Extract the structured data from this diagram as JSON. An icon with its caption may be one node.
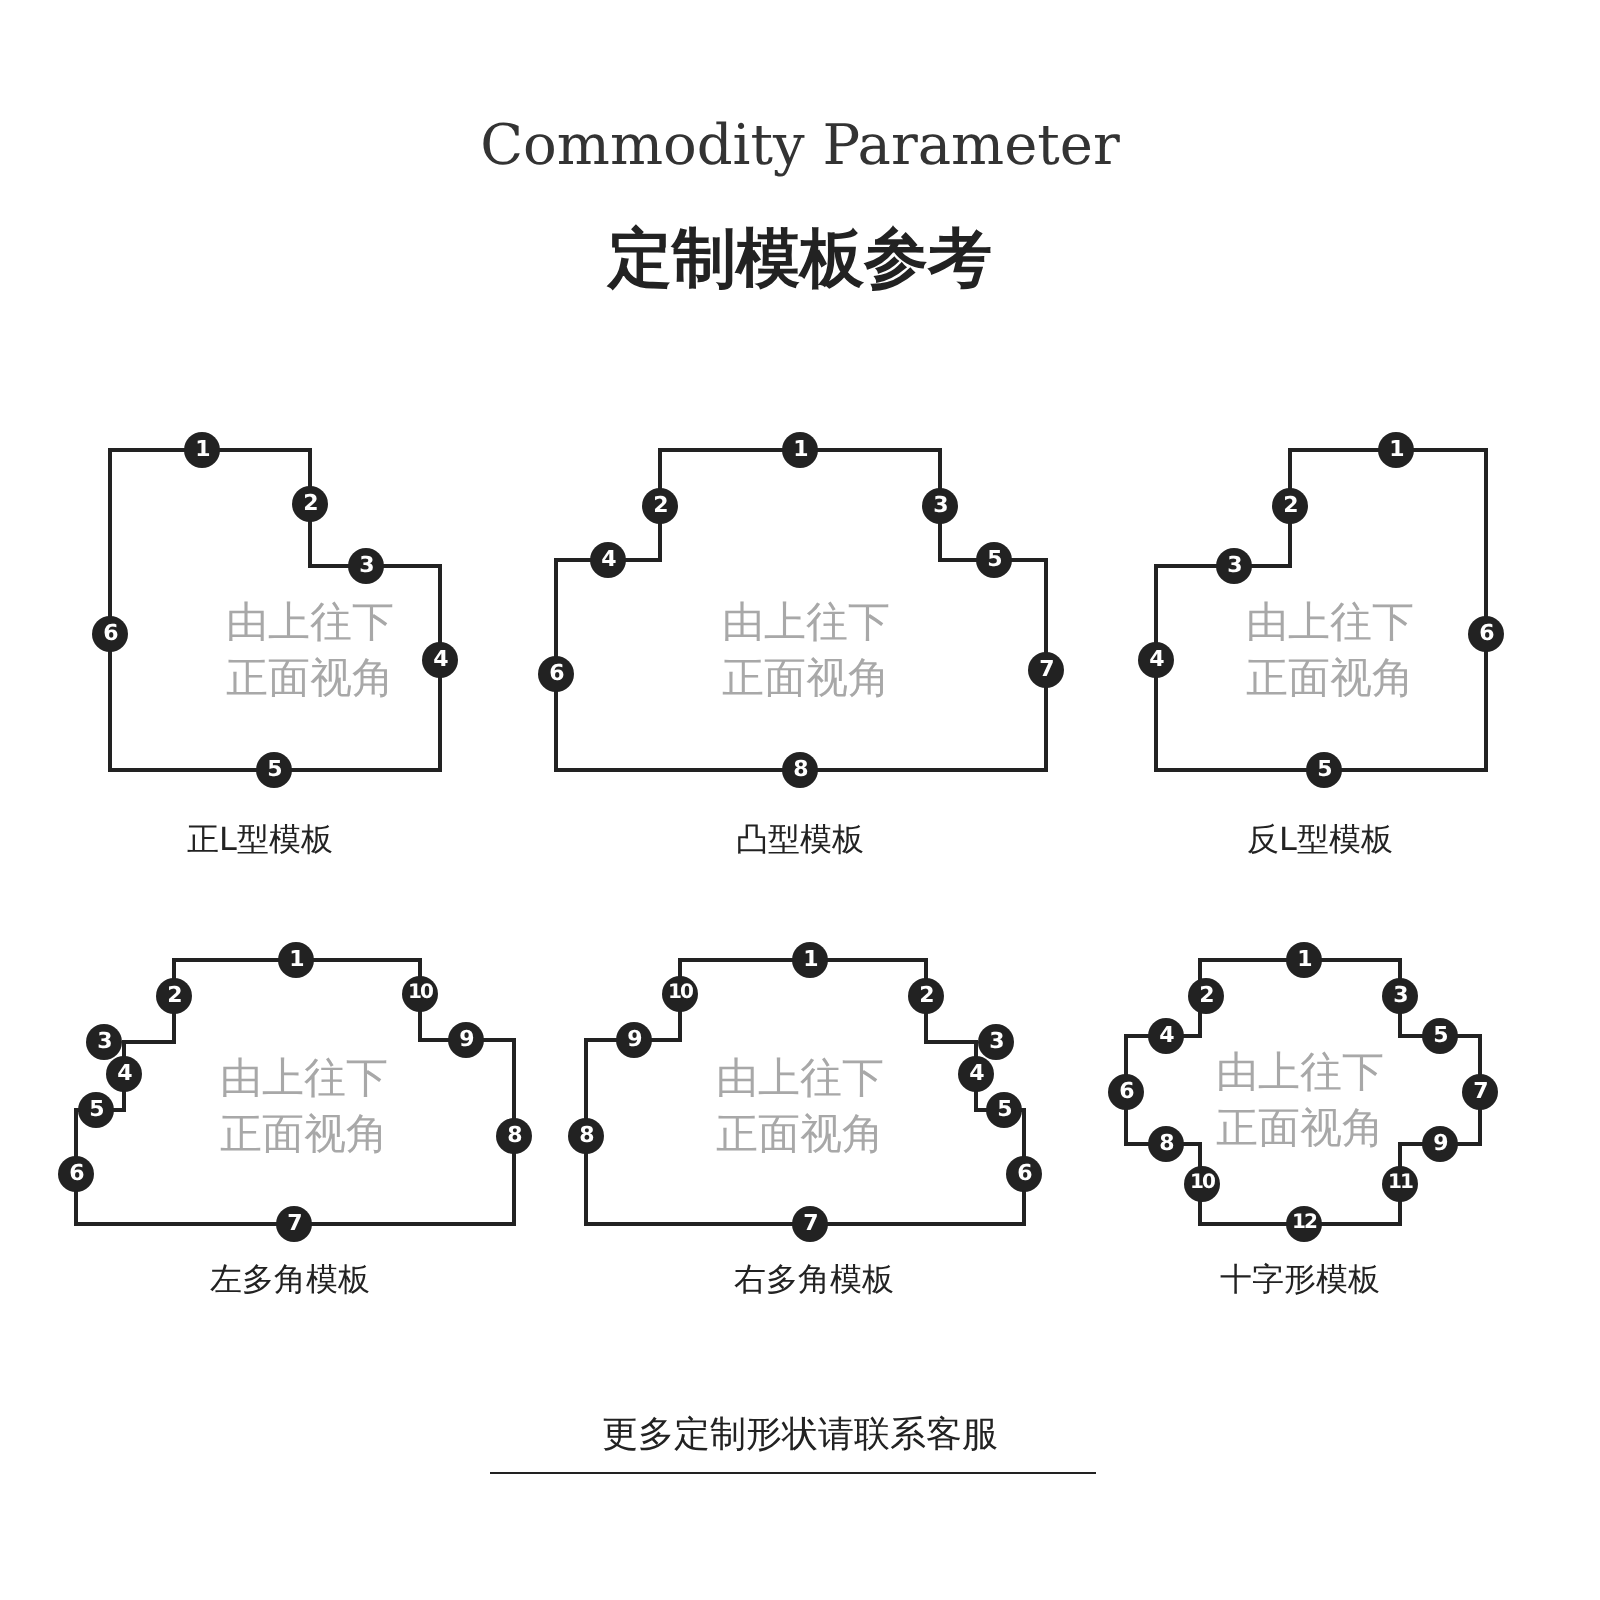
{
  "diagram": {
    "title": "Commodity Parameter",
    "caption": "更多定制形状请联系客服",
    "nodes": [
      {
        "text": [
          "由上往下正面视角"
        ],
        "beside": [
          "正L型模板"
        ]
      },
      {
        "text": [
          "由上往下正面视角"
        ],
        "beside": [
          "凸型模板"
        ]
      },
      {
        "text": [
          "由上往下正面视角"
        ],
        "beside": [
          "反L型模板"
        ]
      },
      {
        "text": [
          "由上往下正面视角"
        ],
        "beside": [
          "左多角模板"
        ]
      },
      {
        "text": [
          "由上往下正面视角"
        ],
        "beside": [
          "右多角模板"
        ]
      },
      {
        "text": [
          "由上往下正面视角"
        ],
        "beside": [
          "十字形模板"
        ]
      }
    ],
    "labels": [
      "定制模板参考",
      "1",
      "2",
      "3",
      "4",
      "5",
      "6",
      "1",
      "2",
      "3",
      "4",
      "5",
      "6",
      "7",
      "8",
      "1",
      "2",
      "3",
      "4",
      "5",
      "6",
      "1",
      "2",
      "3",
      "4",
      "5",
      "6",
      "7",
      "8",
      "9",
      "10",
      "1",
      "2",
      "3",
      "4",
      "5",
      "6",
      "7",
      "8",
      "9",
      "10",
      "1",
      "2",
      "3",
      "4",
      "5",
      "6",
      "7",
      "8",
      "9",
      "10",
      "11",
      "12"
    ]
  }
}
